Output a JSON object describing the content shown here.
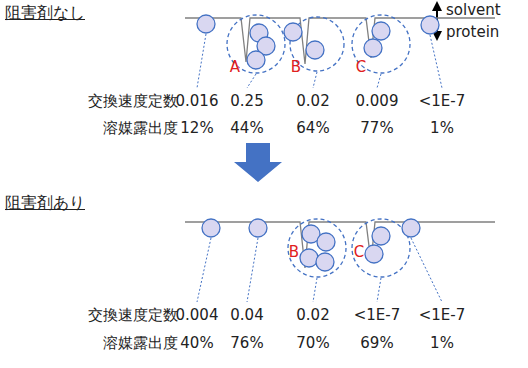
{
  "diagram": {
    "labels": [
      "阻害剤なし",
      "solvent",
      "protein",
      "A",
      "B",
      "C",
      "交換速度定数",
      "0.016",
      "0.25",
      "0.02",
      "0.009",
      "<1E-7",
      "溶媒露出度",
      "12%",
      "44%",
      "64%",
      "77%",
      "1%",
      "阻害剤あり",
      "B",
      "C",
      "交換速度定数",
      "0.004",
      "0.04",
      "0.02",
      "<1E-7",
      "<1E-7",
      "溶媒露出度",
      "40%",
      "76%",
      "70%",
      "69%",
      "1%"
    ]
  }
}
